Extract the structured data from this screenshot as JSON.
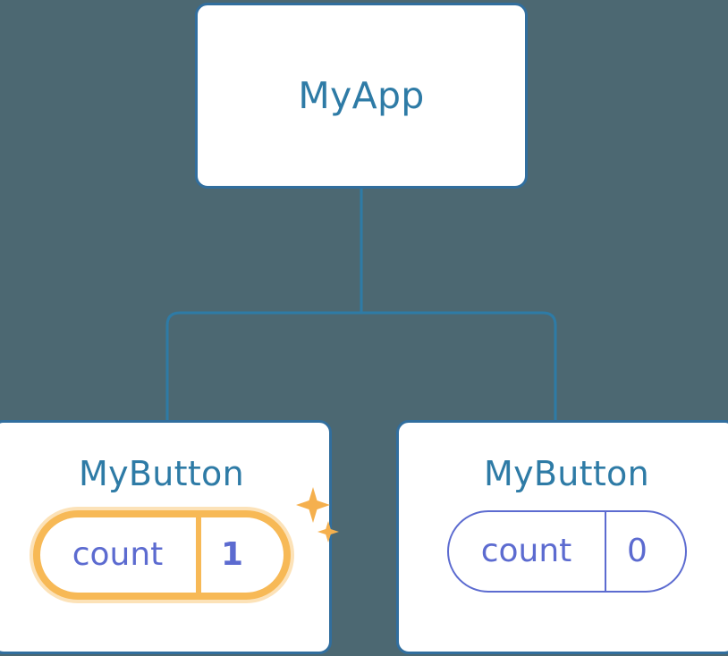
{
  "diagram": {
    "type": "component-tree",
    "background_color": "#4c6872",
    "node_border_color": "#316e9e",
    "node_title_color": "#2e7ba6",
    "state_color": "#5c6bd0",
    "highlight_color": "#f7b956",
    "connector_color": "#2e7ba6"
  },
  "root": {
    "title": "MyApp"
  },
  "children": [
    {
      "title": "MyButton",
      "state_key": "count",
      "state_value": "1",
      "highlighted": true,
      "sparkle_large": "sparkle-icon",
      "sparkle_small": "sparkle-icon"
    },
    {
      "title": "MyButton",
      "state_key": "count",
      "state_value": "0",
      "highlighted": false
    }
  ]
}
